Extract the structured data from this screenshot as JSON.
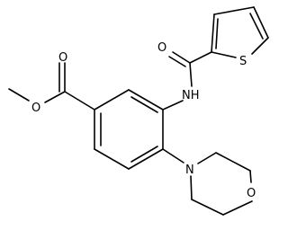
{
  "molecule": {
    "atoms": {
      "ester_carbonyl_o": "O",
      "ester_o": "O",
      "amide_o": "O",
      "amide_n": "NH",
      "thiophene_s": "S",
      "morpholine_n": "N",
      "morpholine_o": "O"
    }
  }
}
